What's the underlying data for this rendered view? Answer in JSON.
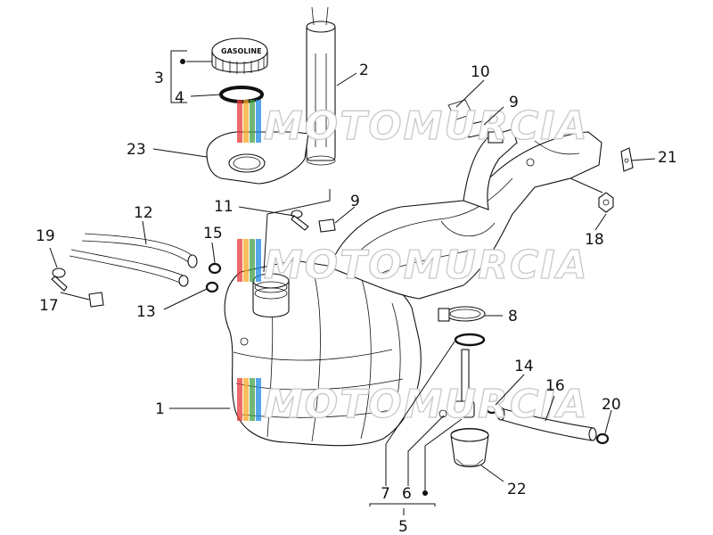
{
  "diagram": {
    "cap_label": "GASOLINE",
    "watermark": {
      "text": "MOTOMURCIA",
      "colors": [
        "#e53935",
        "#f9a825",
        "#43a047",
        "#1e88e5"
      ]
    },
    "callouts": {
      "c1": "1",
      "c2": "2",
      "c3": "3",
      "c4": "4",
      "c5": "5",
      "c6": "6",
      "c7": "7",
      "c8": "8",
      "c9a": "9",
      "c9b": "9",
      "c10": "10",
      "c11": "11",
      "c12": "12",
      "c13": "13",
      "c14": "14",
      "c15": "15",
      "c16": "16",
      "c17": "17",
      "c18": "18",
      "c19": "19",
      "c20": "20",
      "c21": "21",
      "c22": "22",
      "c23": "23"
    }
  }
}
